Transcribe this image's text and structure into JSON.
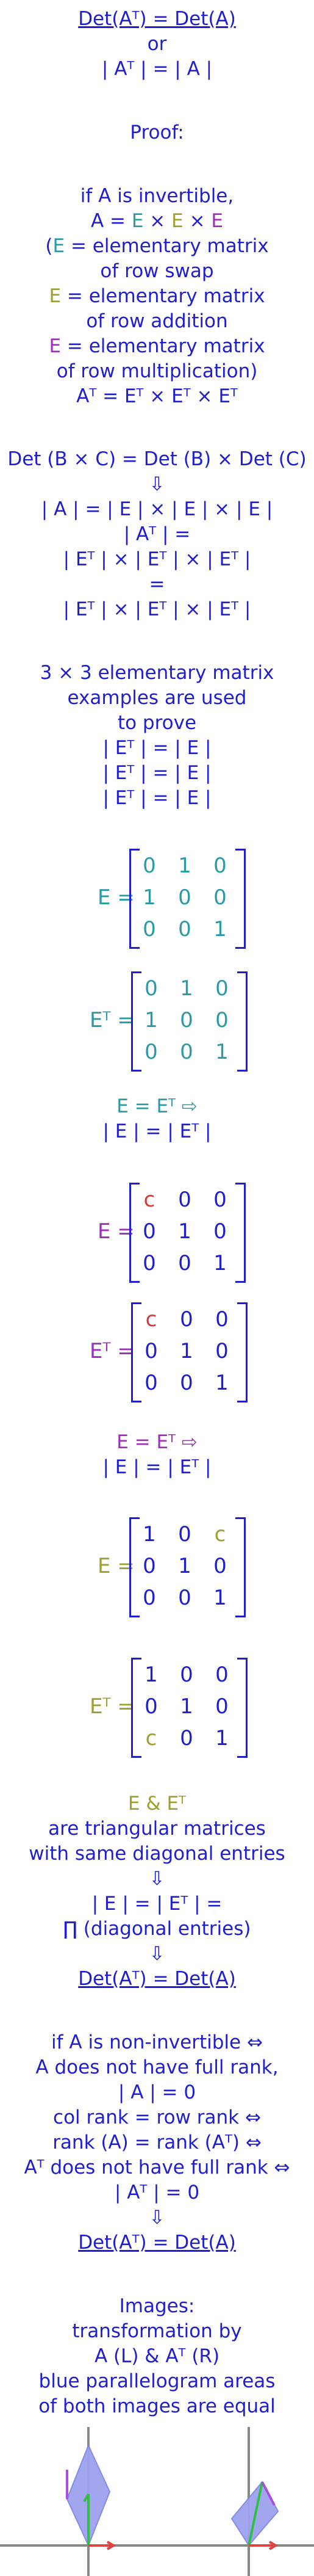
{
  "header": {
    "l1": "Det(Aᵀ) = Det(A)",
    "l2": "or",
    "l3": "| Aᵀ | = | A |"
  },
  "proof": {
    "title": "Proof:",
    "c1": "if A is invertible,",
    "c2_a": "A = ",
    "c2_e1": "E",
    "c2_x1": " × ",
    "c2_e2": "E",
    "c2_x2": " × ",
    "c2_e3": "E",
    "c3_open": "(",
    "c3_e": "E",
    "c3_rest": " = elementary matrix",
    "c4": "of row swap",
    "c5_e": "E",
    "c5_rest": " = elementary matrix",
    "c6": "of row addition",
    "c7_e": "E",
    "c7_rest": " = elementary matrix",
    "c8": "of row multiplication)",
    "c9": "Aᵀ = Eᵀ × Eᵀ × Eᵀ"
  },
  "det": {
    "d1": "Det (B × C) = Det (B) × Det (C)",
    "arrow": "⇩",
    "d2": "| A | = | E | × | E | × | E |",
    "d3": "| Aᵀ | =",
    "d4": "| Eᵀ | × | Eᵀ | × | Eᵀ |",
    "d5": "=",
    "d6": "| Eᵀ | × | Eᵀ | × | Eᵀ |"
  },
  "examples": {
    "e1": "3 × 3 elementary matrix",
    "e2": "examples are used",
    "e3": "to prove",
    "e4": "| Eᵀ | = | E |",
    "e5": "| Eᵀ | = | E |",
    "e6": "| Eᵀ | = | E |"
  },
  "matrices": {
    "swap_E_label": "E = ",
    "swap_E": [
      "0",
      "1",
      "0",
      "1",
      "0",
      "0",
      "0",
      "0",
      "1"
    ],
    "swap_ET_label": "Eᵀ = ",
    "swap_ET": [
      "0",
      "1",
      "0",
      "1",
      "0",
      "0",
      "0",
      "0",
      "1"
    ],
    "swap_eq": "E = Eᵀ ⇨",
    "swap_det": "| E | = | Eᵀ |",
    "mult_E_label": "E = ",
    "mult_E": [
      "c",
      "0",
      "0",
      "0",
      "1",
      "0",
      "0",
      "0",
      "1"
    ],
    "mult_ET_label": "Eᵀ = ",
    "mult_ET": [
      "c",
      "0",
      "0",
      "0",
      "1",
      "0",
      "0",
      "0",
      "1"
    ],
    "mult_eq": "E = Eᵀ ⇨",
    "mult_det": "| E | = | Eᵀ |",
    "add_E_label": "E = ",
    "add_E": [
      "1",
      "0",
      "c",
      "0",
      "1",
      "0",
      "0",
      "0",
      "1"
    ],
    "add_ET_label": "Eᵀ = ",
    "add_ET": [
      "1",
      "0",
      "0",
      "0",
      "1",
      "0",
      "c",
      "0",
      "1"
    ]
  },
  "triangular": {
    "t1": "E & Eᵀ",
    "t2": "are triangular matrices",
    "t3": "with same diagonal entries",
    "arrow": "⇩",
    "t4": "| E | = | Eᵀ | =",
    "t5": "∏ (diagonal entries)",
    "arrow2": "⇩",
    "t6": "Det(Aᵀ) = Det(A)"
  },
  "noninv": {
    "n1": "if A is non-invertible ⇔",
    "n2": "A does not have full rank,",
    "n3": "| A | = 0",
    "n4": "col rank = row rank ⇔",
    "n5": "rank (A) = rank (Aᵀ) ⇔",
    "n6": "Aᵀ does not have full rank ⇔",
    "n7": "| Aᵀ | = 0",
    "arrow": "⇩",
    "n8": "Det(Aᵀ) = Det(A)"
  },
  "images": {
    "i1": "Images:",
    "i2": "transformation by",
    "i3": "A (L) & Aᵀ (R)",
    "i4": "blue parallelogram areas",
    "i5": "of both images are equal"
  },
  "colors": {
    "text": "#1f1fd1",
    "swap": "#2a9aa6",
    "add": "#a0a032",
    "mult": "#9d2fb8",
    "c_entry": "#d63a3a"
  }
}
